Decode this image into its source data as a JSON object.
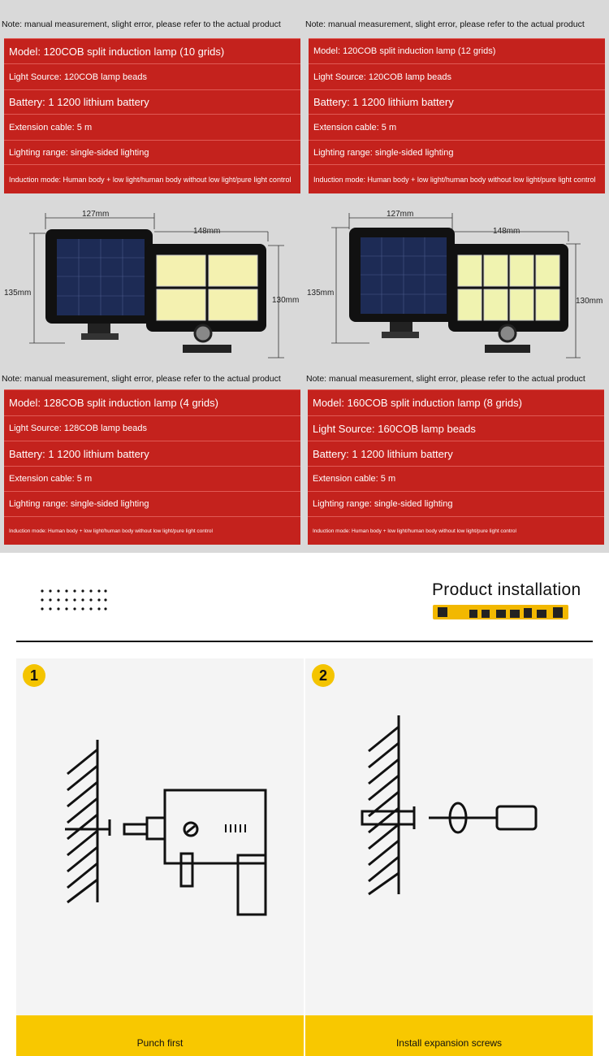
{
  "note_text": "Note: manual measurement, slight error, please refer to the actual product",
  "products": [
    {
      "model": "Model: 120COB split induction lamp (10 grids)",
      "light_source": "Light Source: 120COB lamp beads",
      "battery": "Battery: 1 1200 lithium battery",
      "cable": "Extension cable: 5 m",
      "range": "Lighting range: single-sided lighting",
      "mode": "Induction mode: Human body + low light/human body without low light/pure light control"
    },
    {
      "model": "Model: 120COB split induction lamp (12 grids)",
      "light_source": "Light Source: 120COB lamp beads",
      "battery": "Battery: 1 1200 lithium battery",
      "cable": "Extension cable: 5 m",
      "range": "Lighting range: single-sided lighting",
      "mode": "Induction mode: Human body + low light/human body without low light/pure light control"
    },
    {
      "model": "Model: 128COB split induction lamp (4 grids)",
      "light_source": "Light Source: 128COB lamp beads",
      "battery": "Battery: 1 1200 lithium battery",
      "cable": "Extension cable: 5 m",
      "range": "Lighting range: single-sided lighting",
      "mode": "Induction mode: Human body + low light/human body without low light/pure light control"
    },
    {
      "model": "Model: 160COB split induction lamp (8 grids)",
      "light_source": "Light Source: 160COB lamp beads",
      "battery": "Battery: 1 1200 lithium battery",
      "cable": "Extension cable: 5 m",
      "range": "Lighting range: single-sided lighting",
      "mode": "Induction mode: Human body + low light/human body without low light/pure light control"
    }
  ],
  "dimensions": {
    "width_solar": "127mm",
    "width_lamp": "148mm",
    "height_solar": "135mm",
    "height_lamp": "130mm"
  },
  "installation": {
    "title": "Product installation",
    "steps": [
      {
        "number": "1",
        "label": "Punch first"
      },
      {
        "number": "2",
        "label": "Install expansion screws"
      }
    ]
  },
  "colors": {
    "spec_red": "#c4221d",
    "accent_yellow": "#f8c800",
    "page_gray": "#d9d9d9"
  }
}
